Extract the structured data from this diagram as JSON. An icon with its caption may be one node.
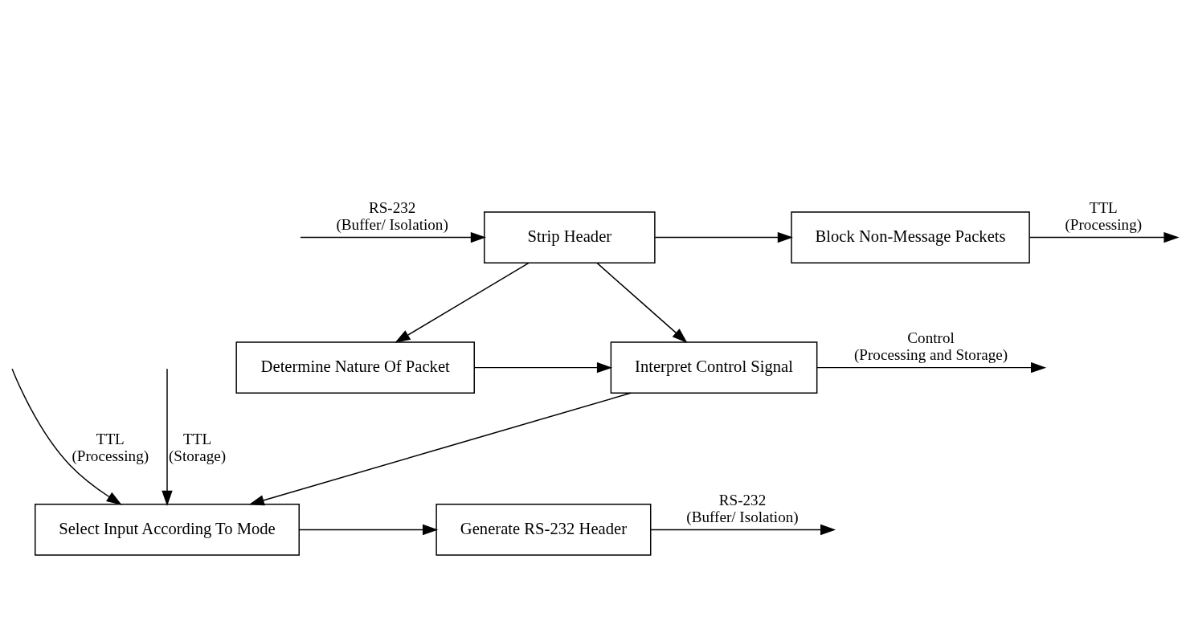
{
  "diagram": {
    "nodes": [
      {
        "text": [
          "Block Non-Message Packets"
        ]
      },
      {
        "text": [
          "Strip Header"
        ]
      },
      {
        "text": [
          "Interpret Control Signal"
        ]
      },
      {
        "text": [
          "Determine Nature Of Packet"
        ]
      },
      {
        "text": [
          "Select Input According To Mode"
        ]
      },
      {
        "text": [
          "Generate RS-232 Header"
        ]
      }
    ],
    "edges": [
      {
        "from": null,
        "to": 1,
        "arrow": "to",
        "label": "RS-232 (Buffer/ Isolation)"
      },
      {
        "from": 1,
        "to": 0,
        "arrow": "to"
      },
      {
        "from": 1,
        "to": 2,
        "arrow": "to"
      },
      {
        "from": 1,
        "to": 3,
        "arrow": "to"
      },
      {
        "from": 3,
        "to": 2,
        "arrow": "to"
      },
      {
        "from": 0,
        "to": null,
        "arrow": "to",
        "label": "TTL (Processing)"
      },
      {
        "from": 2,
        "to": null,
        "arrow": "to",
        "label": "Control (Processing and Storage)"
      },
      {
        "from": 2,
        "to": 4,
        "arrow": "to"
      },
      {
        "from": null,
        "to": 4,
        "arrow": "to",
        "label": "TTL (Processing)"
      },
      {
        "from": null,
        "to": 4,
        "arrow": "to",
        "label": "TTL (Storage)"
      },
      {
        "from": 4,
        "to": 5,
        "arrow": "to"
      },
      {
        "from": 5,
        "to": null,
        "arrow": "to",
        "label": "RS-232 (Buffer/ Isolation)"
      }
    ]
  }
}
